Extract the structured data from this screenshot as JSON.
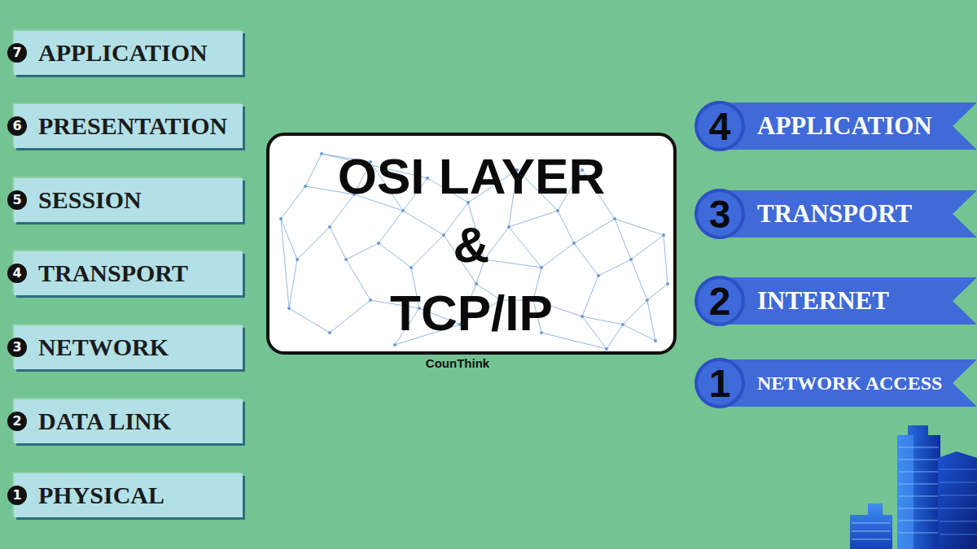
{
  "diagram": {
    "nodes": [
      {
        "text": [
          "7",
          "APPLICATION"
        ]
      },
      {
        "text": [
          "6",
          "PRESENTATION"
        ]
      },
      {
        "text": [
          "5",
          "SESSION"
        ]
      },
      {
        "text": [
          "4",
          "TRANSPORT"
        ]
      },
      {
        "text": [
          "3",
          "NETWORK"
        ]
      },
      {
        "text": [
          "2",
          "DATA LINK"
        ]
      },
      {
        "text": [
          "1",
          "PHYSICAL"
        ]
      },
      {
        "text": [
          "OSI LAYER & TCP/IP"
        ]
      },
      {
        "text": [
          "4",
          "APPLICATION"
        ]
      },
      {
        "text": [
          "3",
          "TRANSPORT"
        ]
      },
      {
        "text": [
          "2",
          "INTERNET"
        ]
      },
      {
        "text": [
          "1",
          "NETWORK ACCESS"
        ]
      }
    ],
    "labels": [
      "CounThink"
    ]
  }
}
